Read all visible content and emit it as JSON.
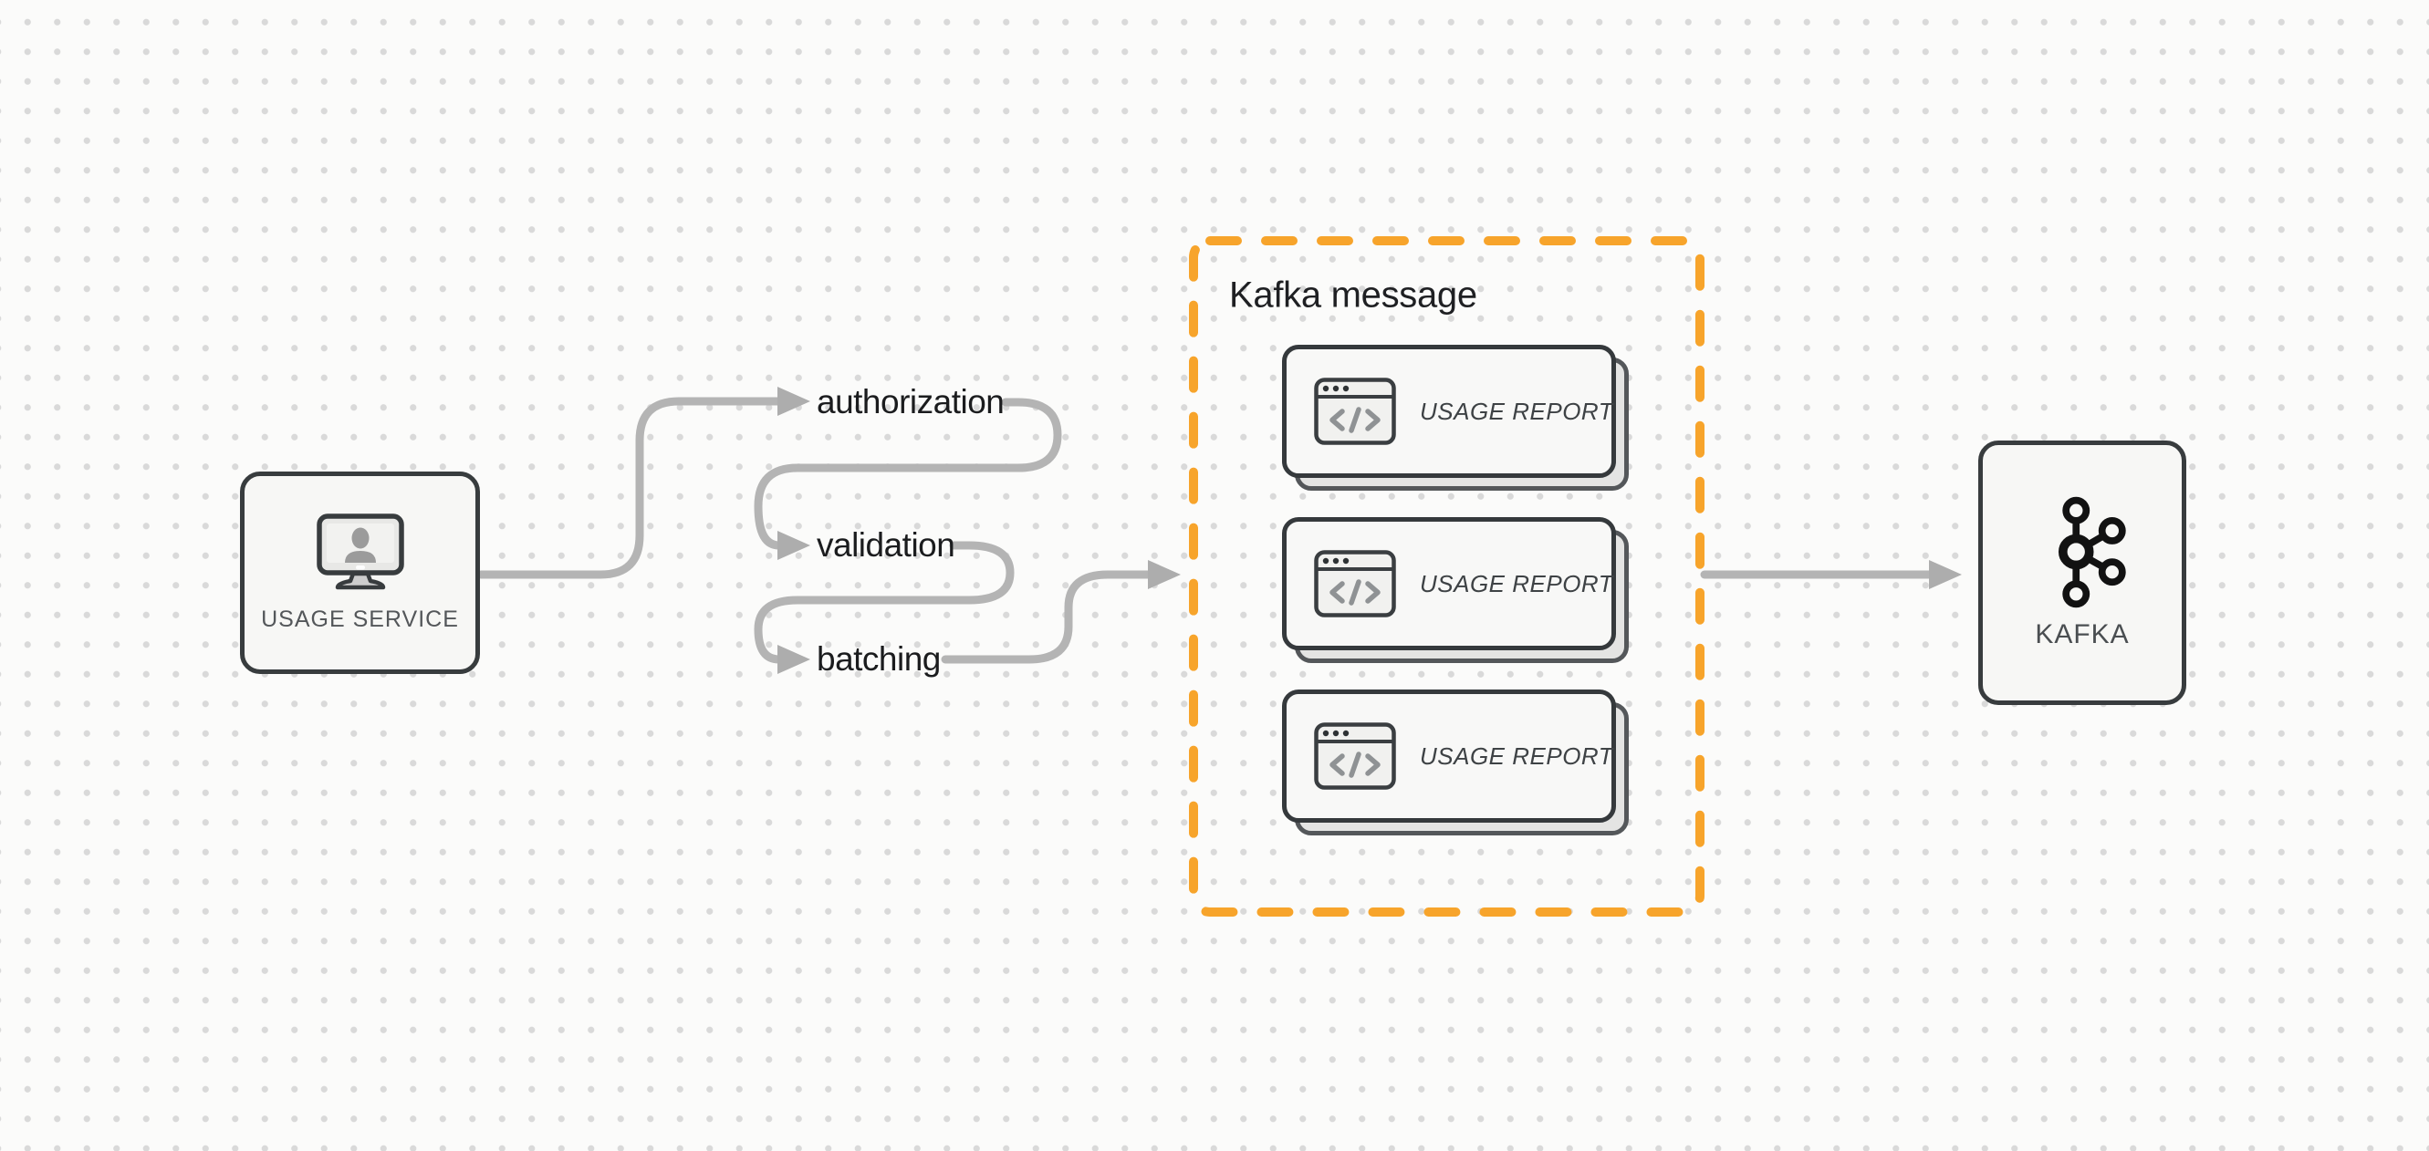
{
  "diagram": {
    "source_node": {
      "label": "USAGE SERVICE",
      "icon": "monitor-user-icon"
    },
    "pipeline_steps": [
      {
        "label": "authorization"
      },
      {
        "label": "validation"
      },
      {
        "label": "batching"
      }
    ],
    "kafka_message_group": {
      "title": "Kafka message",
      "cards": [
        {
          "label": "USAGE REPORT",
          "icon": "code-window-icon"
        },
        {
          "label": "USAGE REPORT",
          "icon": "code-window-icon"
        },
        {
          "label": "USAGE REPORT",
          "icon": "code-window-icon"
        }
      ]
    },
    "sink_node": {
      "label": "KAFKA",
      "icon": "kafka-logo-icon"
    },
    "colors": {
      "background": "#fbfbfa",
      "dot_grid": "#d9d9d9",
      "arrow": "#b4b4b4",
      "dashed_group_border": "#f7a42b",
      "node_border": "#383c3e",
      "node_fill": "#f7f7f5",
      "card_fill": "#f8f8f7",
      "card_shadow_fill": "#e4e4e3",
      "step_label_text": "#1b1c1e",
      "node_label_text": "#54575a"
    }
  }
}
